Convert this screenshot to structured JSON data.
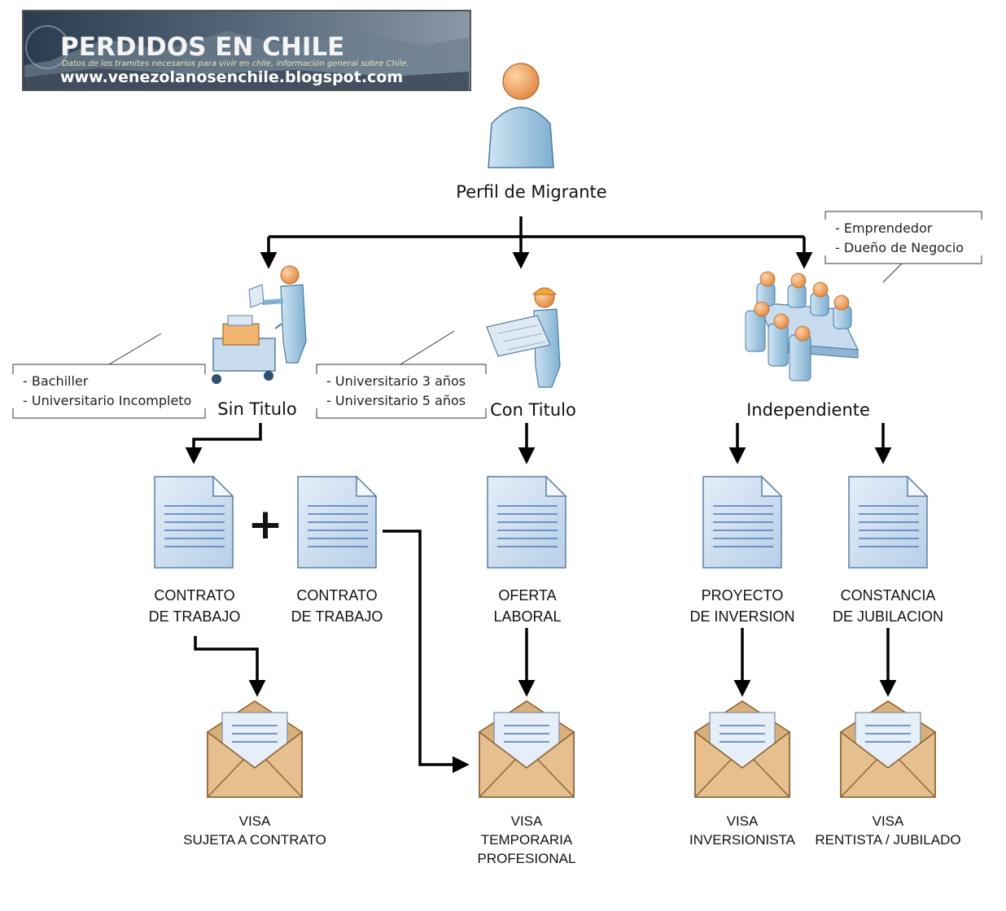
{
  "banner": {
    "title": "PERDIDOS EN CHILE",
    "subtitle": "Datos de los tramites necesarios para vivir en chile, información general sobre Chile.",
    "url": "www.venezolanosenchile.blogspot.com"
  },
  "root": {
    "label": "Perfil de Migrante"
  },
  "categories": [
    {
      "label": "Sin Titulo",
      "notes": [
        "- Bachiller",
        "- Universitario Incompleto"
      ]
    },
    {
      "label": "Con Titulo",
      "notes": [
        "- Universitario 3 años",
        "- Universitario 5 años"
      ]
    },
    {
      "label": "Independiente",
      "notes": [
        "- Emprendedor",
        "- Dueño de Negocio"
      ]
    }
  ],
  "plus_sign": "+",
  "documents": [
    {
      "lines": [
        "CONTRATO",
        "DE TRABAJO"
      ]
    },
    {
      "lines": [
        "CONTRATO",
        "DE TRABAJO"
      ]
    },
    {
      "lines": [
        "OFERTA",
        "LABORAL"
      ]
    },
    {
      "lines": [
        "PROYECTO",
        "DE INVERSION"
      ]
    },
    {
      "lines": [
        "CONSTANCIA",
        "DE JUBILACION"
      ]
    }
  ],
  "visas": [
    {
      "lines": [
        "VISA",
        "SUJETA A CONTRATO"
      ]
    },
    {
      "lines": [
        "VISA",
        "TEMPORARIA",
        "PROFESIONAL"
      ]
    },
    {
      "lines": [
        "VISA",
        "INVERSIONISTA"
      ]
    },
    {
      "lines": [
        "VISA",
        "RENTISTA / JUBILADO"
      ]
    }
  ],
  "colors": {
    "arrow": "#000000",
    "document_fill": "#c9dcef",
    "envelope_fill": "#dfb98a",
    "figure_skin": "#f2a765",
    "figure_body": "#9ec6df"
  },
  "icons": {
    "root": "person-icon",
    "sin_titulo": "worker-cart-icon",
    "con_titulo": "engineer-blueprint-icon",
    "independiente": "meeting-table-icon",
    "document": "document-icon",
    "visa": "envelope-letter-icon"
  }
}
